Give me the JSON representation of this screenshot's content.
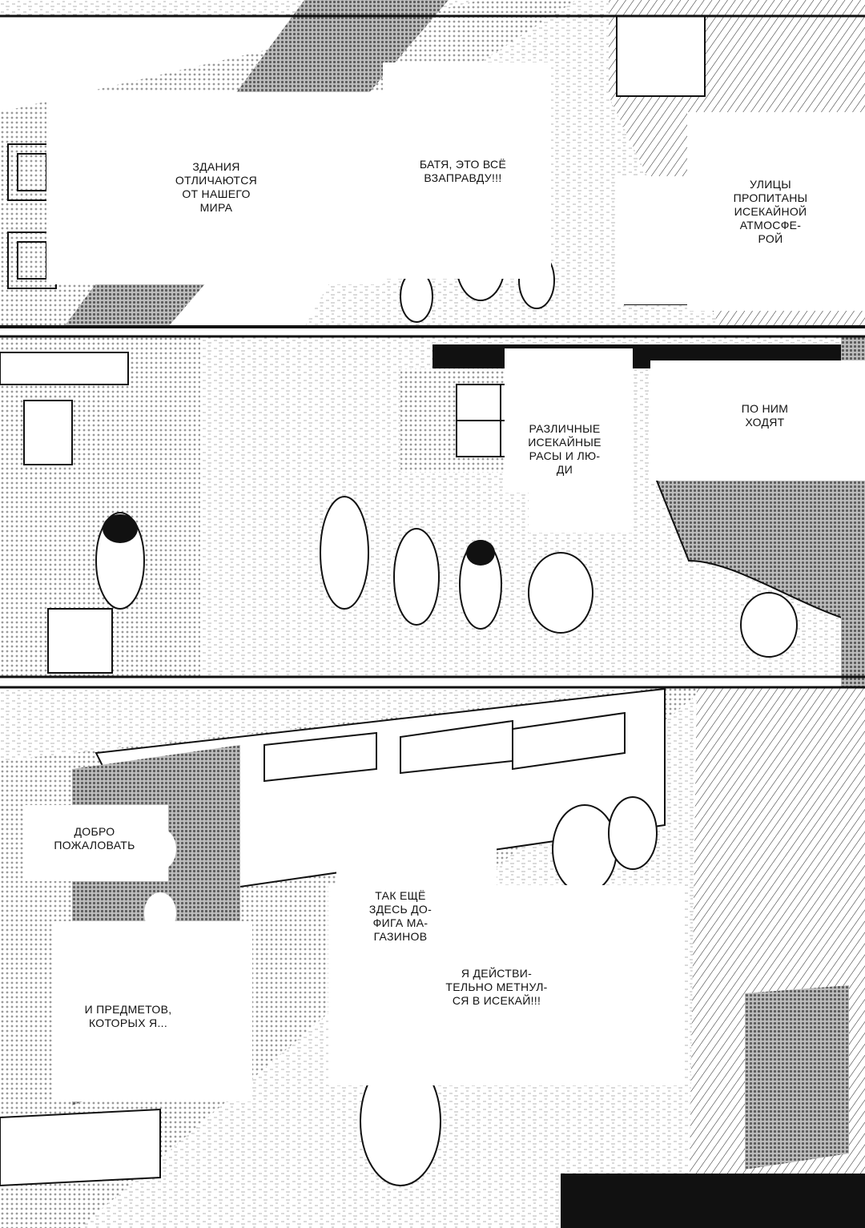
{
  "page": {
    "kind": "manga page",
    "colors": {
      "paper": "#ffffff",
      "ink": "#111111",
      "screentone": "#8c8c8c"
    }
  },
  "panels": [
    {
      "id": "panel-1",
      "captions": [
        "ЗДАНИЯ\nОТЛИЧАЮТСЯ\nОТ НАШЕГО\nМИРА",
        "БАТЯ, ЭТО ВСЁ\nВЗАПРАВДУ!!!",
        "УЛИЦЫ\nПРОПИТАНЫ\nИСЕКАЙНОЙ\nАТМОСФЕ-\nРОЙ"
      ]
    },
    {
      "id": "panel-2",
      "captions": [
        "РАЗЛИЧНЫЕ\nИСЕКАЙНЫЕ\nРАСЫ И ЛЮ-\nДИ",
        "ПО НИМ\nХОДЯТ"
      ]
    },
    {
      "id": "panel-3",
      "captions": [
        "ДОБРО\nПОЖАЛОВАТЬ",
        "ТАК ЕЩЁ\nЗДЕСЬ ДО-\nФИГА МА-\nГАЗИНОВ",
        "И ПРЕДМЕТОВ,\nКОТОРЫХ Я...",
        "Я ДЕЙСТВИ-\nТЕЛЬНО МЕТНУЛ-\nСЯ В ИСЕКАЙ!!!"
      ]
    }
  ]
}
